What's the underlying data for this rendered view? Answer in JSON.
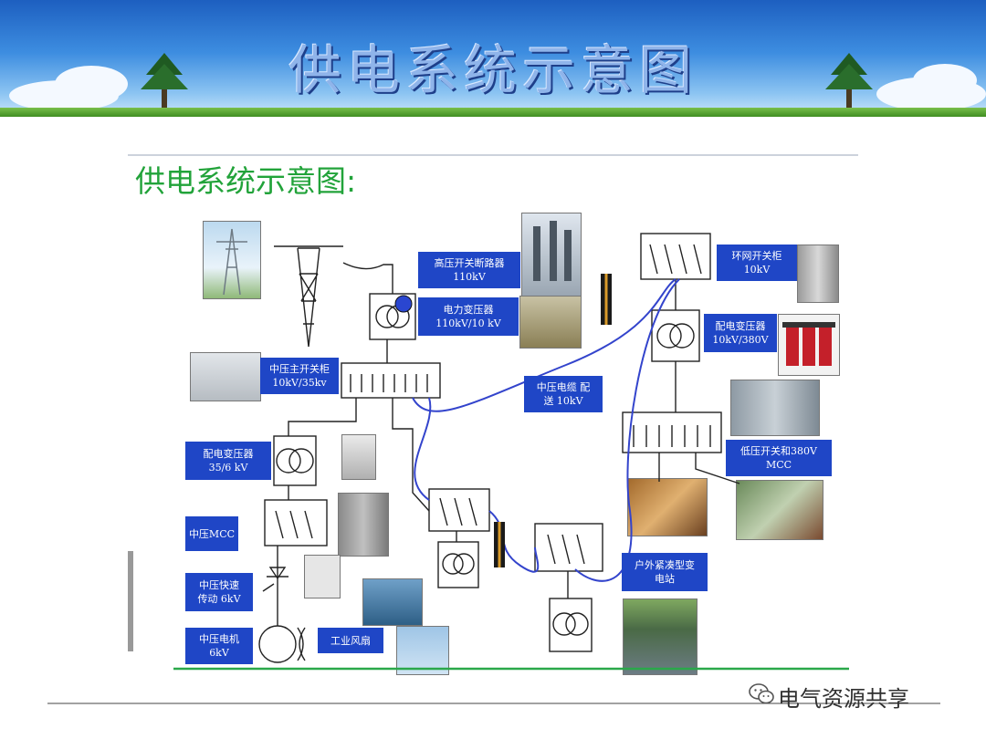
{
  "slide": {
    "banner_title": "供电系统示意图",
    "subtitle": "供电系统示意图:",
    "watermark": "电气资源共享"
  },
  "labels": {
    "hv_breaker": "高压开关断路器\n110kV",
    "power_transformer": "电力变压器\n110kV/10 kV",
    "ring_main_unit": "环网开关柜\n10kV",
    "distribution_transformer_10kv": "配电变压器\n10kV/380V",
    "mv_cable": "中压电缆  配\n送      10kV",
    "mv_switchgear": "中压主开关柜\n10kV/35kv",
    "lv_switchgear_mcc": "低压开关和380V\nMCC",
    "distribution_transformer_35kv": "配电变压器\n35/6 kV",
    "mv_mcc": "中压MCC",
    "mv_drive": "中压快速\n传动 6kV",
    "mv_motor": "中压电机\n6kV",
    "industrial_fan": "工业风扇",
    "outdoor_substation": "户外紧凑型变\n电站"
  },
  "icons": {
    "wechat": "wechat-icon"
  },
  "colors": {
    "label_bg": "#1f46c6",
    "cable": "#3344cc",
    "ground_line": "#2aa84a",
    "subtitle": "#22a33a"
  }
}
